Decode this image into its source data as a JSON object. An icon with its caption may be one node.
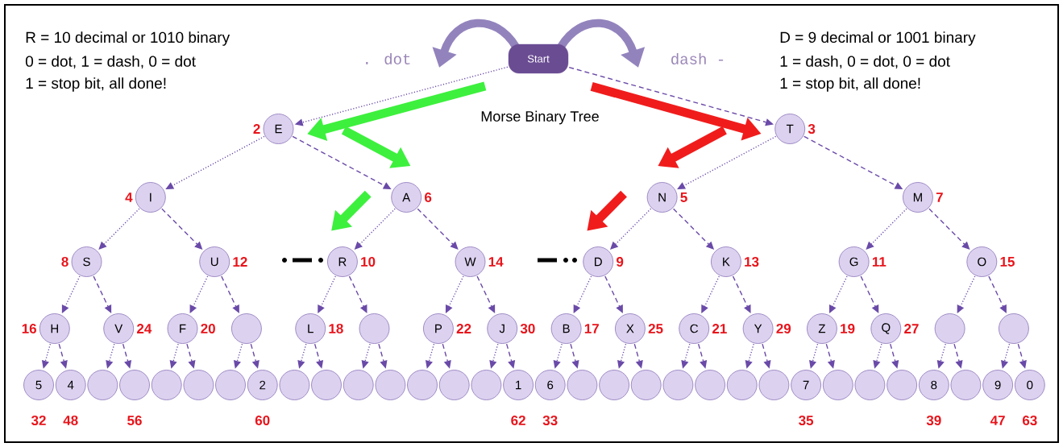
{
  "diagram": {
    "title": "Morse Binary Tree",
    "nodes": [
      {
        "text": [
          "Start"
        ]
      },
      {
        "text": [
          "E"
        ],
        "beside": [
          "2"
        ]
      },
      {
        "text": [
          "T"
        ],
        "beside": [
          "3"
        ]
      },
      {
        "text": [
          "I"
        ],
        "beside": [
          "4"
        ]
      },
      {
        "text": [
          "A"
        ],
        "beside": [
          "6"
        ]
      },
      {
        "text": [
          "N"
        ],
        "beside": [
          "5"
        ]
      },
      {
        "text": [
          "M"
        ],
        "beside": [
          "7"
        ]
      },
      {
        "text": [
          "S"
        ],
        "beside": [
          "8"
        ]
      },
      {
        "text": [
          "U"
        ],
        "beside": [
          "12"
        ]
      },
      {
        "text": [
          "R"
        ],
        "beside": [
          "10"
        ]
      },
      {
        "text": [
          "W"
        ],
        "beside": [
          "14"
        ]
      },
      {
        "text": [
          "D"
        ],
        "beside": [
          "9"
        ]
      },
      {
        "text": [
          "K"
        ],
        "beside": [
          "13"
        ]
      },
      {
        "text": [
          "G"
        ],
        "beside": [
          "11"
        ]
      },
      {
        "text": [
          "O"
        ],
        "beside": [
          "15"
        ]
      },
      {
        "text": [
          "H"
        ],
        "beside": [
          "16"
        ]
      },
      {
        "text": [
          "V"
        ],
        "beside": [
          "24"
        ]
      },
      {
        "text": [
          "F"
        ],
        "beside": [
          "20"
        ]
      },
      {
        "text": [],
        "shape": "circle"
      },
      {
        "text": [
          "L"
        ],
        "beside": [
          "18"
        ]
      },
      {
        "text": [],
        "shape": "circle"
      },
      {
        "text": [
          "P"
        ],
        "beside": [
          "22"
        ]
      },
      {
        "text": [
          "J"
        ],
        "beside": [
          "30"
        ]
      },
      {
        "text": [
          "B"
        ],
        "beside": [
          "17"
        ]
      },
      {
        "text": [
          "X"
        ],
        "beside": [
          "25"
        ]
      },
      {
        "text": [
          "C"
        ],
        "beside": [
          "21"
        ]
      },
      {
        "text": [
          "Y"
        ],
        "beside": [
          "29"
        ]
      },
      {
        "text": [
          "Z"
        ],
        "beside": [
          "19"
        ]
      },
      {
        "text": [
          "Q"
        ],
        "beside": [
          "27"
        ]
      },
      {
        "text": [],
        "shape": "circle"
      },
      {
        "text": [],
        "shape": "circle"
      },
      {
        "text": [
          "5"
        ],
        "beside": [
          "32"
        ]
      },
      {
        "text": [
          "4"
        ],
        "beside": [
          "48"
        ]
      },
      {
        "text": [],
        "shape": "circle"
      },
      {
        "text": [],
        "shape": "circle",
        "beside": [
          "56"
        ]
      },
      {
        "text": [],
        "shape": "circle"
      },
      {
        "text": [],
        "shape": "circle"
      },
      {
        "text": [],
        "shape": "circle"
      },
      {
        "text": [
          "2"
        ],
        "beside": [
          "60"
        ]
      },
      {
        "text": [],
        "shape": "circle"
      },
      {
        "text": [],
        "shape": "circle"
      },
      {
        "text": [],
        "shape": "circle"
      },
      {
        "text": [],
        "shape": "circle"
      },
      {
        "text": [],
        "shape": "circle"
      },
      {
        "text": [],
        "shape": "circle"
      },
      {
        "text": [],
        "shape": "circle"
      },
      {
        "text": [
          "1"
        ],
        "beside": [
          "62"
        ]
      },
      {
        "text": [
          "6"
        ],
        "beside": [
          "33"
        ]
      },
      {
        "text": [],
        "shape": "circle"
      },
      {
        "text": [],
        "shape": "circle"
      },
      {
        "text": [],
        "shape": "circle"
      },
      {
        "text": [],
        "shape": "circle"
      },
      {
        "text": [],
        "shape": "circle"
      },
      {
        "text": [],
        "shape": "circle"
      },
      {
        "text": [],
        "shape": "circle"
      },
      {
        "text": [
          "7"
        ],
        "beside": [
          "35"
        ]
      },
      {
        "text": [],
        "shape": "circle"
      },
      {
        "text": [],
        "shape": "circle"
      },
      {
        "text": [],
        "shape": "circle"
      },
      {
        "text": [
          "8"
        ],
        "beside": [
          "39"
        ]
      },
      {
        "text": [],
        "shape": "circle"
      },
      {
        "text": [
          "9"
        ],
        "beside": [
          "47"
        ]
      },
      {
        "text": [
          "0"
        ],
        "beside": [
          "63"
        ]
      }
    ],
    "edges": [
      {
        "from": 0,
        "to": 1,
        "arrow": "to",
        "style": "dashed"
      },
      {
        "from": 0,
        "to": 2,
        "arrow": "to",
        "style": "dashed"
      },
      {
        "from": 1,
        "to": 3,
        "arrow": "to",
        "style": "dashed"
      },
      {
        "from": 1,
        "to": 4,
        "arrow": "to",
        "style": "dashed"
      },
      {
        "from": 2,
        "to": 5,
        "arrow": "to",
        "style": "dashed"
      },
      {
        "from": 2,
        "to": 6,
        "arrow": "to",
        "style": "dashed"
      },
      {
        "from": 3,
        "to": 7,
        "arrow": "to",
        "style": "dashed"
      },
      {
        "from": 3,
        "to": 8,
        "arrow": "to",
        "style": "dashed"
      },
      {
        "from": 4,
        "to": 9,
        "arrow": "to",
        "style": "dashed"
      },
      {
        "from": 4,
        "to": 10,
        "arrow": "to",
        "style": "dashed"
      },
      {
        "from": 5,
        "to": 11,
        "arrow": "to",
        "style": "dashed"
      },
      {
        "from": 5,
        "to": 12,
        "arrow": "to",
        "style": "dashed"
      },
      {
        "from": 6,
        "to": 13,
        "arrow": "to",
        "style": "dashed"
      },
      {
        "from": 6,
        "to": 14,
        "arrow": "to",
        "style": "dashed"
      },
      {
        "from": 7,
        "to": 15,
        "arrow": "to",
        "style": "dashed"
      },
      {
        "from": 7,
        "to": 16,
        "arrow": "to",
        "style": "dashed"
      },
      {
        "from": 8,
        "to": 17,
        "arrow": "to",
        "style": "dashed"
      },
      {
        "from": 8,
        "to": 18,
        "arrow": "to",
        "style": "dashed"
      },
      {
        "from": 9,
        "to": 19,
        "arrow": "to",
        "style": "dashed"
      },
      {
        "from": 9,
        "to": 20,
        "arrow": "to",
        "style": "dashed"
      },
      {
        "from": 10,
        "to": 21,
        "arrow": "to",
        "style": "dashed"
      },
      {
        "from": 10,
        "to": 22,
        "arrow": "to",
        "style": "dashed"
      },
      {
        "from": 11,
        "to": 23,
        "arrow": "to",
        "style": "dashed"
      },
      {
        "from": 11,
        "to": 24,
        "arrow": "to",
        "style": "dashed"
      },
      {
        "from": 12,
        "to": 25,
        "arrow": "to",
        "style": "dashed"
      },
      {
        "from": 12,
        "to": 26,
        "arrow": "to",
        "style": "dashed"
      },
      {
        "from": 13,
        "to": 27,
        "arrow": "to",
        "style": "dashed"
      },
      {
        "from": 13,
        "to": 28,
        "arrow": "to",
        "style": "dashed"
      },
      {
        "from": 14,
        "to": 29,
        "arrow": "to",
        "style": "dashed"
      },
      {
        "from": 14,
        "to": 30,
        "arrow": "to",
        "style": "dashed"
      },
      {
        "from": 15,
        "to": 31,
        "arrow": "to",
        "style": "dashed"
      },
      {
        "from": 15,
        "to": 32,
        "arrow": "to",
        "style": "dashed"
      },
      {
        "from": 16,
        "to": 33,
        "arrow": "to",
        "style": "dashed"
      },
      {
        "from": 16,
        "to": 34,
        "arrow": "to",
        "style": "dashed"
      },
      {
        "from": 17,
        "to": 35,
        "arrow": "to",
        "style": "dashed"
      },
      {
        "from": 17,
        "to": 36,
        "arrow": "to",
        "style": "dashed"
      },
      {
        "from": 18,
        "to": 37,
        "arrow": "to",
        "style": "dashed"
      },
      {
        "from": 18,
        "to": 38,
        "arrow": "to",
        "style": "dashed"
      },
      {
        "from": 19,
        "to": 39,
        "arrow": "to",
        "style": "dashed"
      },
      {
        "from": 19,
        "to": 40,
        "arrow": "to",
        "style": "dashed"
      },
      {
        "from": 20,
        "to": 41,
        "arrow": "to",
        "style": "dashed"
      },
      {
        "from": 20,
        "to": 42,
        "arrow": "to",
        "style": "dashed"
      },
      {
        "from": 21,
        "to": 43,
        "arrow": "to",
        "style": "dashed"
      },
      {
        "from": 21,
        "to": 44,
        "arrow": "to",
        "style": "dashed"
      },
      {
        "from": 22,
        "to": 45,
        "arrow": "to",
        "style": "dashed"
      },
      {
        "from": 22,
        "to": 46,
        "arrow": "to",
        "style": "dashed"
      },
      {
        "from": 23,
        "to": 47,
        "arrow": "to",
        "style": "dashed"
      },
      {
        "from": 23,
        "to": 48,
        "arrow": "to",
        "style": "dashed"
      },
      {
        "from": 24,
        "to": 49,
        "arrow": "to",
        "style": "dashed"
      },
      {
        "from": 24,
        "to": 50,
        "arrow": "to",
        "style": "dashed"
      },
      {
        "from": 25,
        "to": 51,
        "arrow": "to",
        "style": "dashed"
      },
      {
        "from": 25,
        "to": 52,
        "arrow": "to",
        "style": "dashed"
      },
      {
        "from": 26,
        "to": 53,
        "arrow": "to",
        "style": "dashed"
      },
      {
        "from": 26,
        "to": 54,
        "arrow": "to",
        "style": "dashed"
      },
      {
        "from": 27,
        "to": 55,
        "arrow": "to",
        "style": "dashed"
      },
      {
        "from": 27,
        "to": 56,
        "arrow": "to",
        "style": "dashed"
      },
      {
        "from": 28,
        "to": 57,
        "arrow": "to",
        "style": "dashed"
      },
      {
        "from": 28,
        "to": 58,
        "arrow": "to",
        "style": "dashed"
      },
      {
        "from": 29,
        "to": 59,
        "arrow": "to",
        "style": "dashed"
      },
      {
        "from": 29,
        "to": 60,
        "arrow": "to",
        "style": "dashed"
      },
      {
        "from": 30,
        "to": 61,
        "arrow": "to",
        "style": "dashed"
      },
      {
        "from": 30,
        "to": 62,
        "arrow": "to",
        "style": "dashed"
      },
      {
        "from": 0,
        "to": 1,
        "arrow": "to",
        "style": "thick",
        "color": "#3df03d"
      },
      {
        "from": 1,
        "to": 4,
        "arrow": "to",
        "style": "thick",
        "color": "#3df03d"
      },
      {
        "from": 4,
        "to": 9,
        "arrow": "to",
        "style": "thick",
        "color": "#3df03d"
      },
      {
        "from": 0,
        "to": 2,
        "arrow": "to",
        "style": "thick",
        "color": "#f01c1c"
      },
      {
        "from": 2,
        "to": 5,
        "arrow": "to",
        "style": "thick",
        "color": "#f01c1c"
      },
      {
        "from": 5,
        "to": 11,
        "arrow": "to",
        "style": "thick",
        "color": "#f01c1c"
      }
    ],
    "labels": [
      "R = 10 decimal or 1010 binary",
      "0 = dot, 1 = dash, 0 = dot",
      "1 = stop bit, all done!",
      "D = 9 decimal or 1001 binary",
      "1 = dash, 0 = dot, 0 = dot",
      "1 = stop bit, all done!",
      ". dot",
      "dash -"
    ]
  }
}
